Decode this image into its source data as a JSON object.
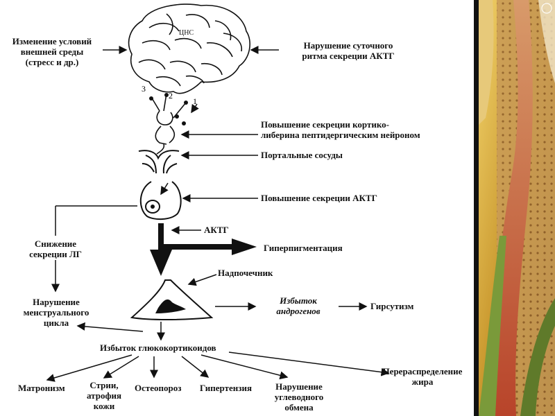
{
  "diagram": {
    "cns_label": "ЦНС",
    "nums": [
      "3",
      "2",
      "1"
    ],
    "env_change": "Изменение условий\nвнешней среды\n(стресс и др.)",
    "rhythm": "Нарушение суточного\nритма секреции АКТГ",
    "crh": "Повышение секреции кортико-\nлиберина пептидергическим нейроном",
    "portal": "Портальные сосуды",
    "acth_up": "Повышение секреции АКТГ",
    "acth": "АКТГ",
    "hyperpig": "Гиперпигментация",
    "lh_down": "Снижение\nсекреции ЛГ",
    "adrenal": "Надпочечник",
    "androgen": "Избыток\nандрогенов",
    "hirsutism": "Гирсутизм",
    "menstrual": "Нарушение\nменструального\nцикла",
    "gluco": "Избыток глюкокортикоидов",
    "matronism": "Матронизм",
    "striae": "Стрии,\nатрофия\nкожи",
    "osteo": "Остеопороз",
    "hypertension": "Гипертензия",
    "carb": "Нарушение\nуглеводного\nобмена",
    "fat": "Перераспределение\nжира"
  },
  "colors": {
    "ink": "#111111",
    "panel_gold": "#c8962c",
    "panel_green": "#7a9a3a",
    "panel_red": "#b8442a"
  }
}
